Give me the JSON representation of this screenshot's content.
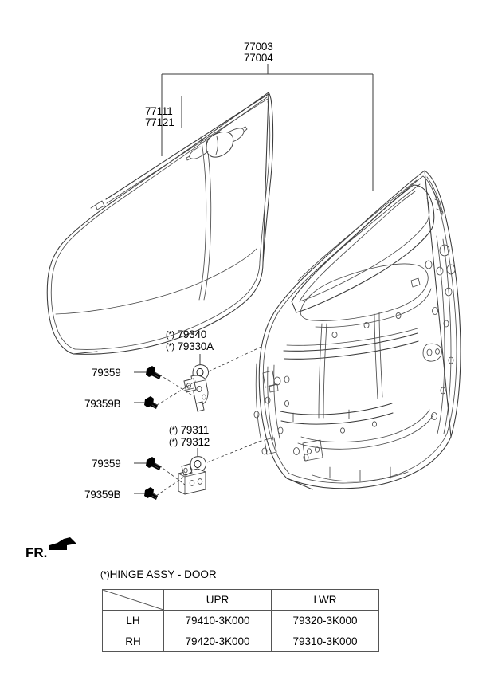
{
  "diagram": {
    "title_marker": "FR.",
    "callouts": {
      "panel_outer_upper": "77003",
      "panel_outer_lower": "77004",
      "panel_inner_upper": "77111",
      "panel_inner_lower": "77121",
      "hinge_upper_a": "79340",
      "hinge_upper_b": "79330A",
      "hinge_lower_a": "79311",
      "hinge_lower_b": "79312",
      "bolt_upper": "79359",
      "screw_upper": "79359B",
      "bolt_lower": "79359",
      "screw_lower": "79359B",
      "star_mark": "(*)"
    }
  },
  "table": {
    "caption_star": "(*)",
    "caption": "HINGE ASSY - DOOR",
    "columns": [
      "",
      "UPR",
      "LWR"
    ],
    "rows": [
      {
        "side": "LH",
        "upr": "79410-3K000",
        "lwr": "79320-3K000"
      },
      {
        "side": "RH",
        "upr": "79420-3K000",
        "lwr": "79310-3K000"
      }
    ]
  },
  "colors": {
    "line": "#3a3a3a",
    "text": "#000000",
    "background": "#ffffff",
    "table_border": "#555555"
  }
}
